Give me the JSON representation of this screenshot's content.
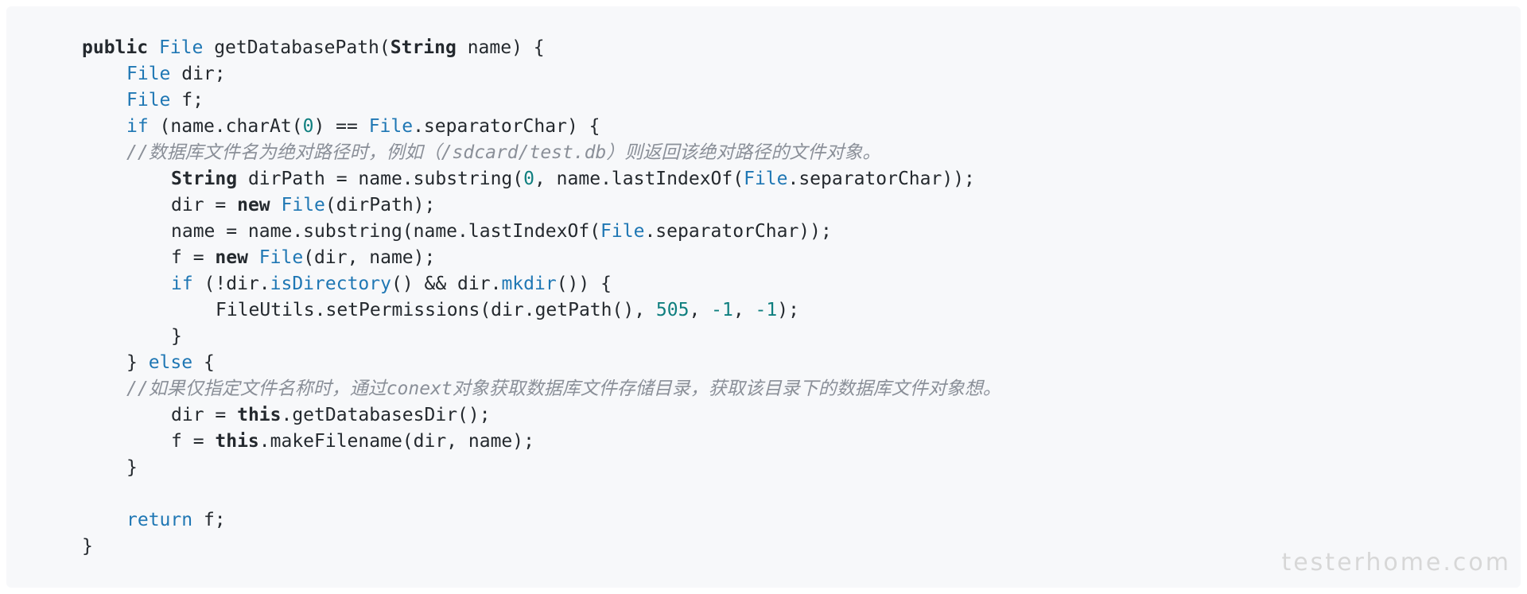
{
  "code": {
    "l1": {
      "kw": "public",
      "sp": " ",
      "type": "File",
      "rest1": " getDatabasePath(",
      "kw2": "String",
      "rest2": " name) {"
    },
    "l2": {
      "type": "File",
      "rest": " dir;"
    },
    "l3": {
      "type": "File",
      "rest": " f;"
    },
    "l4": {
      "kw": "if",
      "rest1": " (name.charAt(",
      "num": "0",
      "rest2": ") == ",
      "type": "File",
      "rest3": ".separatorChar) {"
    },
    "l5": {
      "comment": "//数据库文件名为绝对路径时，例如（/sdcard/test.db）则返回该绝对路径的文件对象。"
    },
    "l6": {
      "kw": "String",
      "rest1": " dirPath = name.substring(",
      "num": "0",
      "rest2": ", name.lastIndexOf(",
      "type": "File",
      "rest3": ".separatorChar));"
    },
    "l7": {
      "rest1": "dir = ",
      "kw": "new",
      "sp": " ",
      "type": "File",
      "rest2": "(dirPath);"
    },
    "l8": {
      "rest1": "name = name.substring(name.lastIndexOf(",
      "type": "File",
      "rest2": ".separatorChar));"
    },
    "l9": {
      "rest1": "f = ",
      "kw": "new",
      "sp": " ",
      "type": "File",
      "rest2": "(dir, name);"
    },
    "l10": {
      "kw": "if",
      "rest1": " (!dir.",
      "m1": "isDirectory",
      "rest2": "() && dir.",
      "m2": "mkdir",
      "rest3": "()) {"
    },
    "l11": {
      "rest1": "FileUtils.setPermissions(dir.getPath(), ",
      "n1": "505",
      "rest2": ", ",
      "n2": "-1",
      "rest3": ", ",
      "n3": "-1",
      "rest4": ");"
    },
    "l12": {
      "rest": "}"
    },
    "l13": {
      "rest1": "} ",
      "kw": "else",
      "rest2": " {"
    },
    "l14": {
      "comment": "//如果仅指定文件名称时，通过conext对象获取数据库文件存储目录，获取该目录下的数据库文件对象想。"
    },
    "l15": {
      "rest1": "dir = ",
      "kw": "this",
      "rest2": ".getDatabasesDir();"
    },
    "l16": {
      "rest1": "f = ",
      "kw": "this",
      "rest2": ".makeFilename(dir, name);"
    },
    "l17": {
      "rest": "}"
    },
    "l19": {
      "kw": "return",
      "rest": " f;"
    },
    "l20": {
      "rest": "}"
    }
  },
  "watermark": "testerhome.com",
  "colors": {
    "background": "#f7f8fa",
    "text": "#24292e",
    "type": "#1f77b4",
    "number": "#0f7f7f",
    "comment": "#8a8f98"
  }
}
